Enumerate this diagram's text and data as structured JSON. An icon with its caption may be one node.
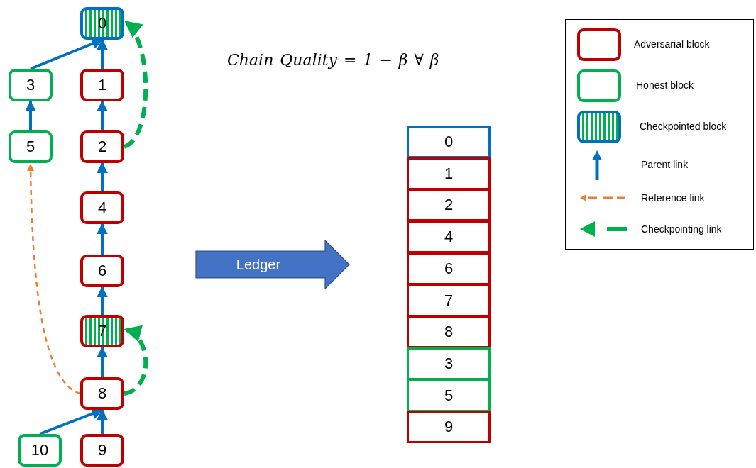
{
  "diagram": {
    "nodes": [
      {
        "text": [
          "0"
        ]
      },
      {
        "text": [
          "3"
        ]
      },
      {
        "text": [
          "1"
        ]
      },
      {
        "text": [
          "5"
        ]
      },
      {
        "text": [
          "2"
        ]
      },
      {
        "text": [
          "4"
        ]
      },
      {
        "text": [
          "6"
        ]
      },
      {
        "text": [
          "7"
        ]
      },
      {
        "text": [
          "8"
        ]
      },
      {
        "text": [
          "10"
        ]
      },
      {
        "text": [
          "9"
        ]
      },
      {
        "text": [
          "Ledger"
        ]
      },
      {
        "text": [
          "0"
        ]
      },
      {
        "text": [
          "1"
        ]
      },
      {
        "text": [
          "2"
        ]
      },
      {
        "text": [
          "4"
        ]
      },
      {
        "text": [
          "6"
        ]
      },
      {
        "text": [
          "7"
        ]
      },
      {
        "text": [
          "8"
        ]
      },
      {
        "text": [
          "3"
        ]
      },
      {
        "text": [
          "5"
        ]
      },
      {
        "text": [
          "9"
        ]
      }
    ],
    "edges": [
      {
        "from": 1,
        "to": 0,
        "arrow": "to"
      },
      {
        "from": 2,
        "to": 0,
        "arrow": "to"
      },
      {
        "from": 3,
        "to": 1,
        "arrow": "to"
      },
      {
        "from": 4,
        "to": 2,
        "arrow": "to"
      },
      {
        "from": 5,
        "to": 4,
        "arrow": "to"
      },
      {
        "from": 6,
        "to": 5,
        "arrow": "to"
      },
      {
        "from": 7,
        "to": 6,
        "arrow": "to"
      },
      {
        "from": 8,
        "to": 7,
        "arrow": "to"
      },
      {
        "from": 9,
        "to": 8,
        "arrow": "to"
      },
      {
        "from": 10,
        "to": 8,
        "arrow": "to"
      },
      {
        "from": 8,
        "to": 3,
        "arrow": "to",
        "style": "dashed",
        "color": "#ed7d31"
      },
      {
        "from": 4,
        "to": 0,
        "arrow": "to",
        "style": "dashed",
        "color": "#00b050"
      },
      {
        "from": 8,
        "to": 7,
        "arrow": "to",
        "style": "dashed",
        "color": "#00b050"
      }
    ],
    "labels": [
      "Chain Quality = 1 − β ∀ β"
    ],
    "legend": [
      {
        "text": "Adversarial block"
      },
      {
        "text": "Honest block"
      },
      {
        "text": "Checkpointed block"
      },
      {
        "text": "Parent link"
      },
      {
        "text": "Reference link"
      },
      {
        "text": "Checkpointing link"
      }
    ]
  }
}
